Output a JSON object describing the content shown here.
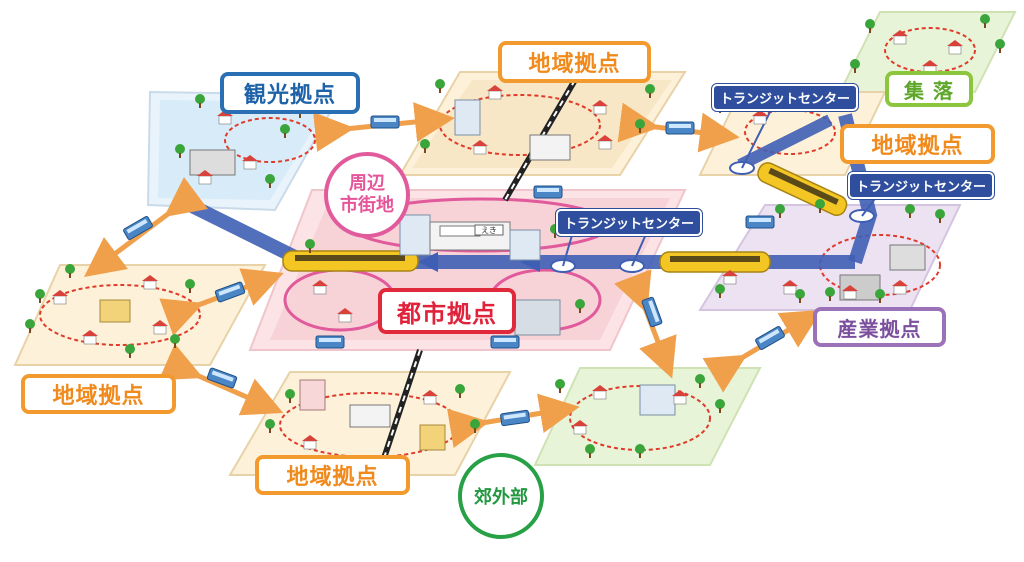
{
  "labels": {
    "chiiki_top": "地域拠点",
    "kanko": "観光拠点",
    "shuraku": "集 落",
    "chiiki_right": "地域拠点",
    "transit_1": "トランジットセンター",
    "transit_2": "トランジットセンター",
    "transit_3": "トランジットセンター",
    "shuhen_line1": "周辺",
    "shuhen_line2": "市街地",
    "toshi": "都市拠点",
    "sangyo": "産業拠点",
    "chiiki_left": "地域拠点",
    "chiiki_bottom": "地域拠点",
    "kogai": "郊外部",
    "station_sign": "えき"
  },
  "colors": {
    "chiiki": "#f29a2e",
    "kanko": "#2a6fb3",
    "shuraku": "#8cc63f",
    "sangyo": "#9b72b8",
    "toshi": "#e02a3c",
    "shuhen": "#e15a9b",
    "kogai": "#27a046",
    "transit": "#2f4f9e",
    "train": "#f3c623",
    "road_arrow": "#f0a04b"
  }
}
